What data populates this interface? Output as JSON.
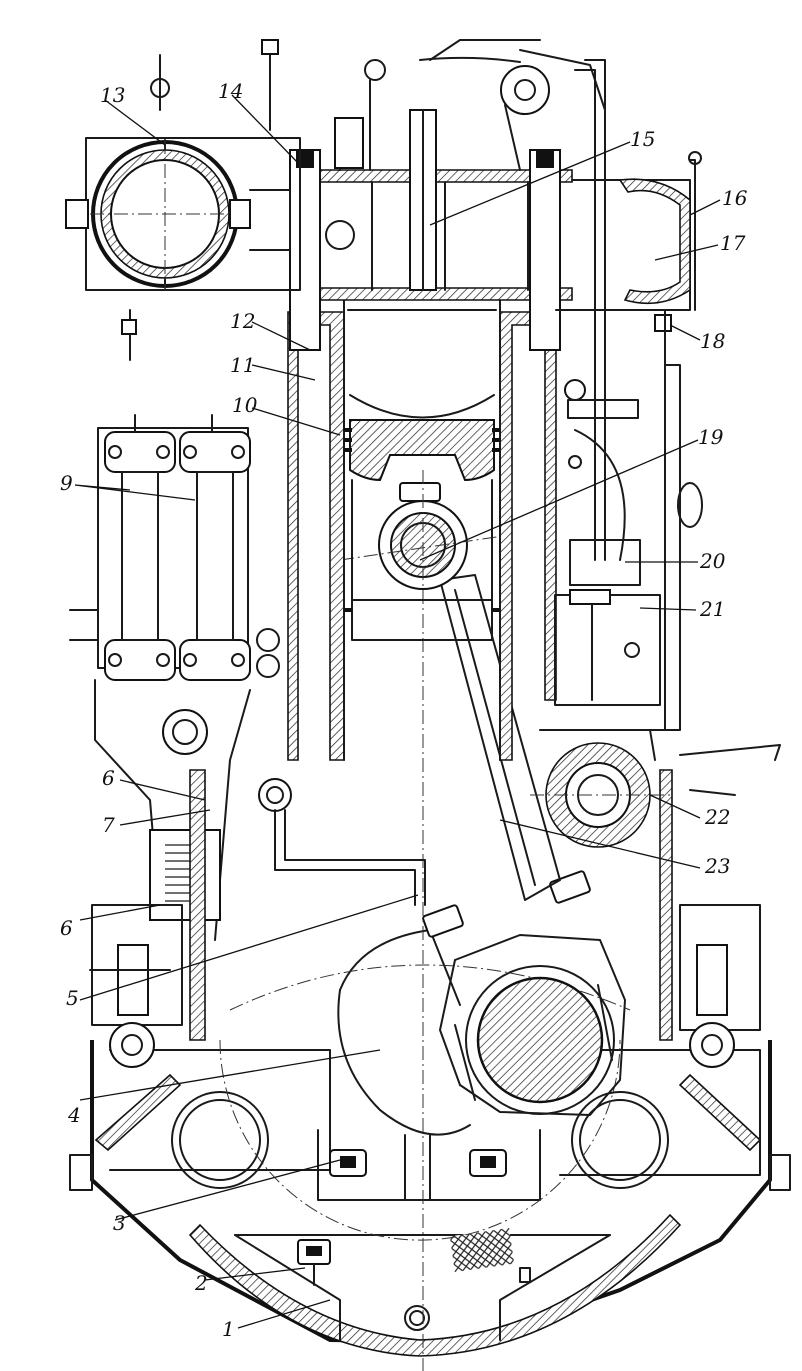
{
  "callouts": [
    {
      "id": "1",
      "label": "1"
    },
    {
      "id": "2",
      "label": "2"
    },
    {
      "id": "3",
      "label": "3"
    },
    {
      "id": "4",
      "label": "4"
    },
    {
      "id": "5",
      "label": "5"
    },
    {
      "id": "6a",
      "label": "6"
    },
    {
      "id": "7",
      "label": "7"
    },
    {
      "id": "6b",
      "label": "6"
    },
    {
      "id": "9",
      "label": "9"
    },
    {
      "id": "10",
      "label": "10"
    },
    {
      "id": "11",
      "label": "11"
    },
    {
      "id": "12",
      "label": "12"
    },
    {
      "id": "13",
      "label": "13"
    },
    {
      "id": "14",
      "label": "14"
    },
    {
      "id": "15",
      "label": "15"
    },
    {
      "id": "16",
      "label": "16"
    },
    {
      "id": "17",
      "label": "17"
    },
    {
      "id": "18",
      "label": "18"
    },
    {
      "id": "19",
      "label": "19"
    },
    {
      "id": "20",
      "label": "20"
    },
    {
      "id": "21",
      "label": "21"
    },
    {
      "id": "22",
      "label": "22"
    },
    {
      "id": "23",
      "label": "23"
    }
  ]
}
